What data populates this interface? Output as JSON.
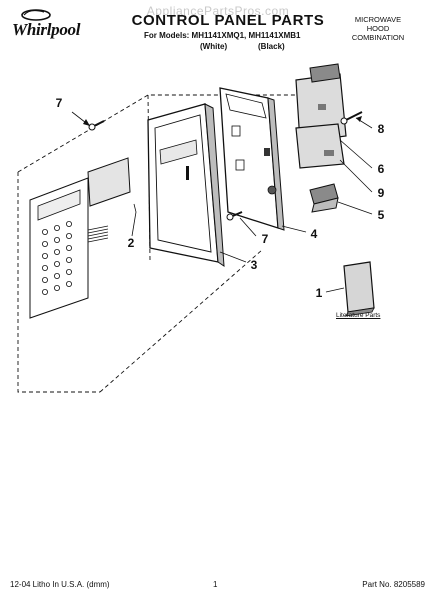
{
  "header": {
    "brand": "Whirlpool",
    "watermark": "AppliancePartsPros.com",
    "title": "CONTROL PANEL PARTS",
    "models_label": "For Models: MH1141XMQ1, MH1141XMB1",
    "variant_white": "(White)",
    "variant_black": "(Black)",
    "product_type_lines": [
      "MICROWAVE",
      "HOOD",
      "COMBINATION"
    ]
  },
  "callouts": {
    "c1": "1",
    "c2": "2",
    "c3": "3",
    "c4": "4",
    "c5": "5",
    "c6": "6",
    "c7a": "7",
    "c7b": "7",
    "c8": "8",
    "c9": "9"
  },
  "literature_label": "Literature Parts",
  "footer": {
    "left": "12-04 Litho In U.S.A. (dmm)",
    "center": "1",
    "right": "Part No. 8205589"
  },
  "colors": {
    "line": "#111111",
    "shade": "#d6d6d6",
    "dark_shade": "#8a8a8a",
    "background": "#ffffff"
  }
}
